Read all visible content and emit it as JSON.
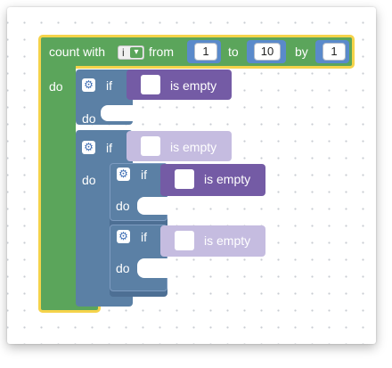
{
  "loop": {
    "count_with": "count with",
    "variable": "i",
    "from_label": "from",
    "from_value": "1",
    "to_label": "to",
    "to_value": "10",
    "by_label": "by",
    "by_value": "1",
    "do_label": "do"
  },
  "blocks": [
    {
      "if_label": "if",
      "do_label": "do",
      "condition": "is empty"
    },
    {
      "if_label": "if",
      "do_label": "do",
      "condition": "is empty"
    },
    {
      "if_label": "if",
      "do_label": "do",
      "condition": "is empty"
    },
    {
      "if_label": "if",
      "do_label": "do",
      "condition": "is empty"
    }
  ],
  "icons": {
    "gear": "⚙",
    "dropdown_arrow": "▾"
  },
  "colors": {
    "loop": "#5ba55b",
    "loop_outline": "#f5d34a",
    "if_block": "#5b80a5",
    "if_block_dark": "#4d6f94",
    "condition_active": "#745ba5",
    "condition_faded": "#c5bce0",
    "number_block": "#5a8acb"
  }
}
